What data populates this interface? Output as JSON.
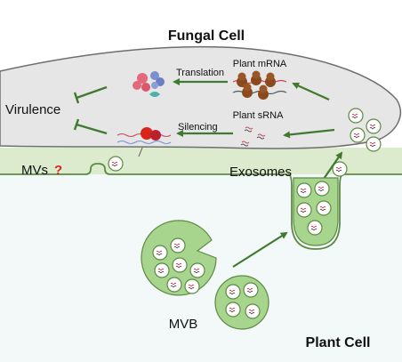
{
  "labels": {
    "fungal_cell": "Fungal Cell",
    "plant_cell": "Plant Cell",
    "virulence": "Virulence",
    "translation": "Translation",
    "silencing": "Silencing",
    "plant_mrna": "Plant mRNA",
    "plant_srna": "Plant sRNA",
    "mvs": "MVs",
    "mvs_question_mark": "?",
    "exosomes": "Exosomes",
    "mvb": "MVB"
  },
  "colors": {
    "fungal_cell_fill": "#e6e6e6",
    "fungal_cell_outline": "#6e6e6e",
    "plant_wall": "#dcebcd",
    "plant_cytoplasm": "#f3f8f9",
    "vesicle_fill": "#a7d58d",
    "vesicle_outline": "#5d8a44",
    "arrow": "#3f7a30",
    "question_mark": "#d9261c",
    "ribosome": "#8a4a1e",
    "protein_pink": "#e36a7a",
    "protein_blue": "#7c8fd0",
    "protein_teal": "#4ab0a8"
  },
  "icons": [
    "rna-strand-icon",
    "ribosome-icon",
    "protein-icon",
    "inhibition-bar-icon",
    "vesicle-icon"
  ]
}
